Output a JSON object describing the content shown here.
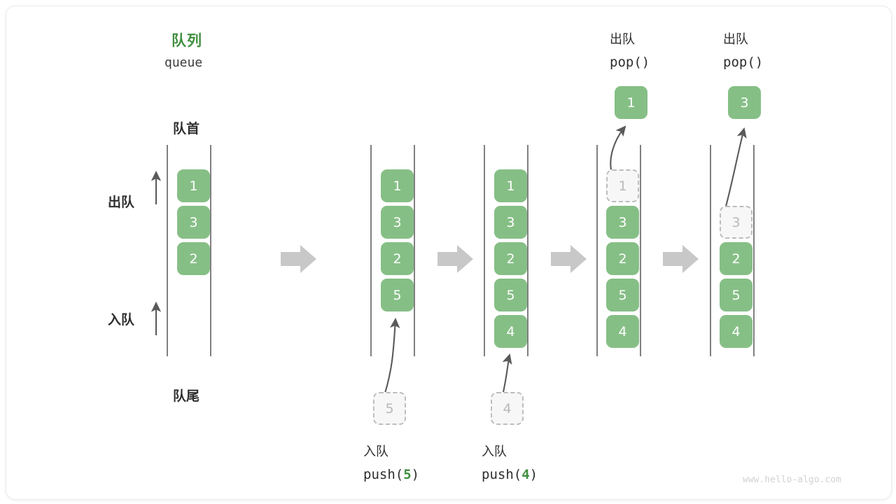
{
  "figure": {
    "title_cn": "队列",
    "title_en": "queue",
    "head_label": "队首",
    "tail_label": "队尾",
    "dequeue_side_label": "出队",
    "enqueue_side_label": "入队",
    "watermark": "www.hello-algo.com",
    "accent_green": "#86bf86",
    "code_green": "#3f8f3f",
    "ghost_gray": "#b9b9b9",
    "arrow_gray": "#c8c8c8"
  },
  "steps": [
    {
      "id": "initial",
      "caption_cn": "",
      "caption_code": "",
      "items": [
        "1",
        "3",
        "2"
      ],
      "ghost_index": -1,
      "incoming": null,
      "popped": null
    },
    {
      "id": "push-5",
      "caption_cn": "入队",
      "caption_code": "push(",
      "caption_arg": "5",
      "caption_code_end": ")",
      "items": [
        "1",
        "3",
        "2",
        "5"
      ],
      "ghost_index": -1,
      "incoming": "5",
      "popped": null
    },
    {
      "id": "push-4",
      "caption_cn": "入队",
      "caption_code": "push(",
      "caption_arg": "4",
      "caption_code_end": ")",
      "items": [
        "1",
        "3",
        "2",
        "5",
        "4"
      ],
      "ghost_index": -1,
      "incoming": "4",
      "popped": null
    },
    {
      "id": "pop-1",
      "caption_cn": "出队",
      "caption_code": "pop()",
      "caption_arg": "",
      "caption_code_end": "",
      "items": [
        "1",
        "3",
        "2",
        "5",
        "4"
      ],
      "ghost_index": 0,
      "incoming": null,
      "popped": "1"
    },
    {
      "id": "pop-3",
      "caption_cn": "出队",
      "caption_code": "pop()",
      "caption_arg": "",
      "caption_code_end": "",
      "items": [
        "3",
        "2",
        "5",
        "4"
      ],
      "ghost_index": 0,
      "incoming": null,
      "popped": "3"
    }
  ],
  "transitions": [
    "→",
    "→",
    "→",
    "→"
  ]
}
